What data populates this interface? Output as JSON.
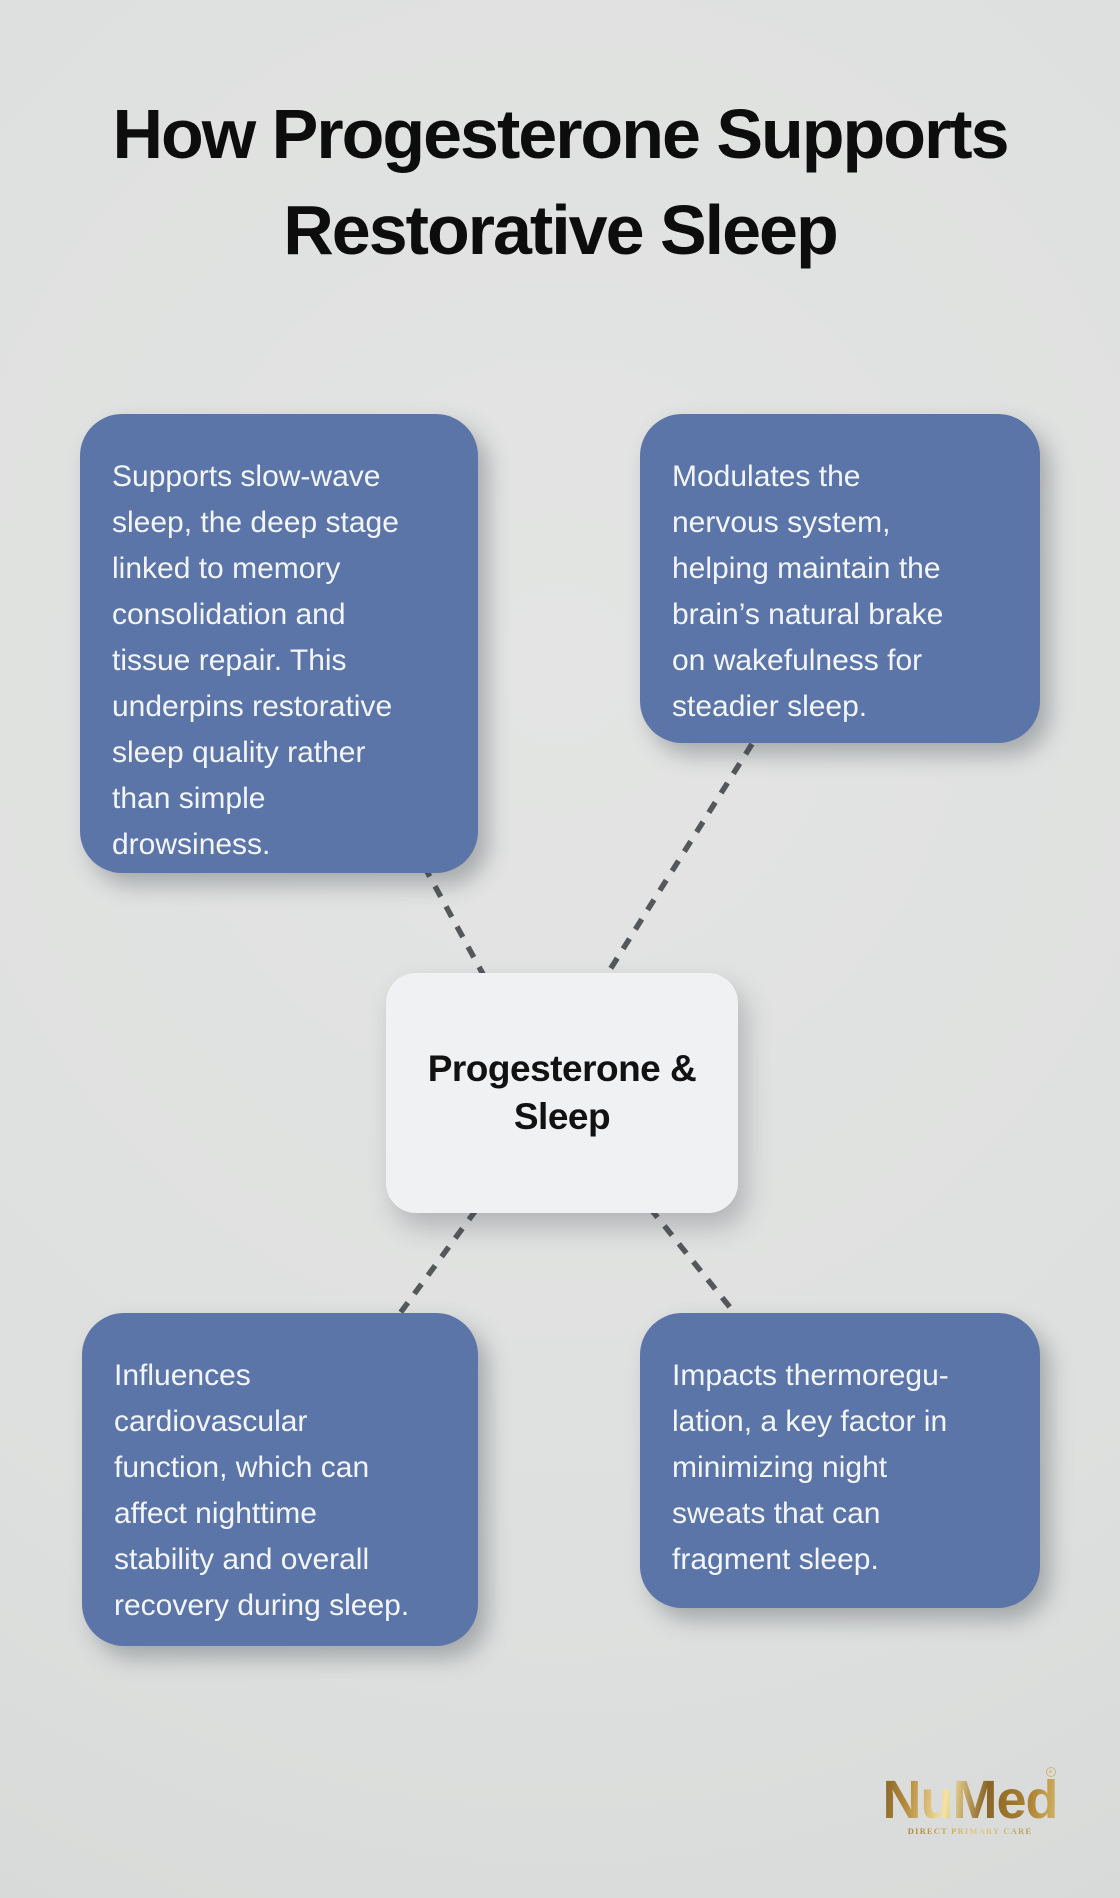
{
  "title": "How Progesterone Supports\nRestorative Sleep",
  "center": {
    "label": "Progesterone &\nSleep"
  },
  "nodes": [
    {
      "id": "top-left",
      "text": "Supports slow-wave\nsleep, the deep stage\nlinked to memory\nconsolidation and\ntissue repair. This\nunderpins restorative\nsleep quality rather\nthan simple\ndrowsiness."
    },
    {
      "id": "top-right",
      "text": "Modulates the\nnervous system,\nhelping maintain the\nbrain’s natural brake\non wakefulness for\nsteadier sleep."
    },
    {
      "id": "bottom-left",
      "text": "Influences\ncardiovascular\nfunction, which can\naffect nighttime\nstability and overall\nrecovery during sleep."
    },
    {
      "id": "bottom-right",
      "text": "Impacts thermoregu-\nlation, a key factor in\nminimizing night\nsweats that can\nfragment sleep."
    }
  ],
  "logo": {
    "name": "NuMed",
    "tagline": "DIRECT PRIMARY CARE"
  },
  "colors": {
    "bg": "#dee0df",
    "bgLight": "#e3e4e3",
    "bgDark": "#d4d6d5",
    "titleText": "#0d0d0d",
    "node": "#5b75a8",
    "nodeText": "#f3f5f8",
    "centerBg": "#f0f1f3",
    "centerText": "#121212",
    "connector": "#54585b",
    "logoGold": "#b08d3f"
  }
}
